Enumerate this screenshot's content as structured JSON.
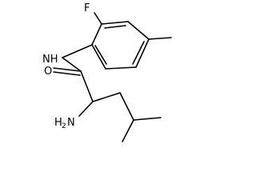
{
  "molecule": {
    "atoms": {
      "fluorine": "F",
      "amide_nh": "NH",
      "carbonyl_oxygen": "O",
      "amine_h": "H",
      "amine_subscript": "2",
      "amine_n": "N"
    }
  }
}
